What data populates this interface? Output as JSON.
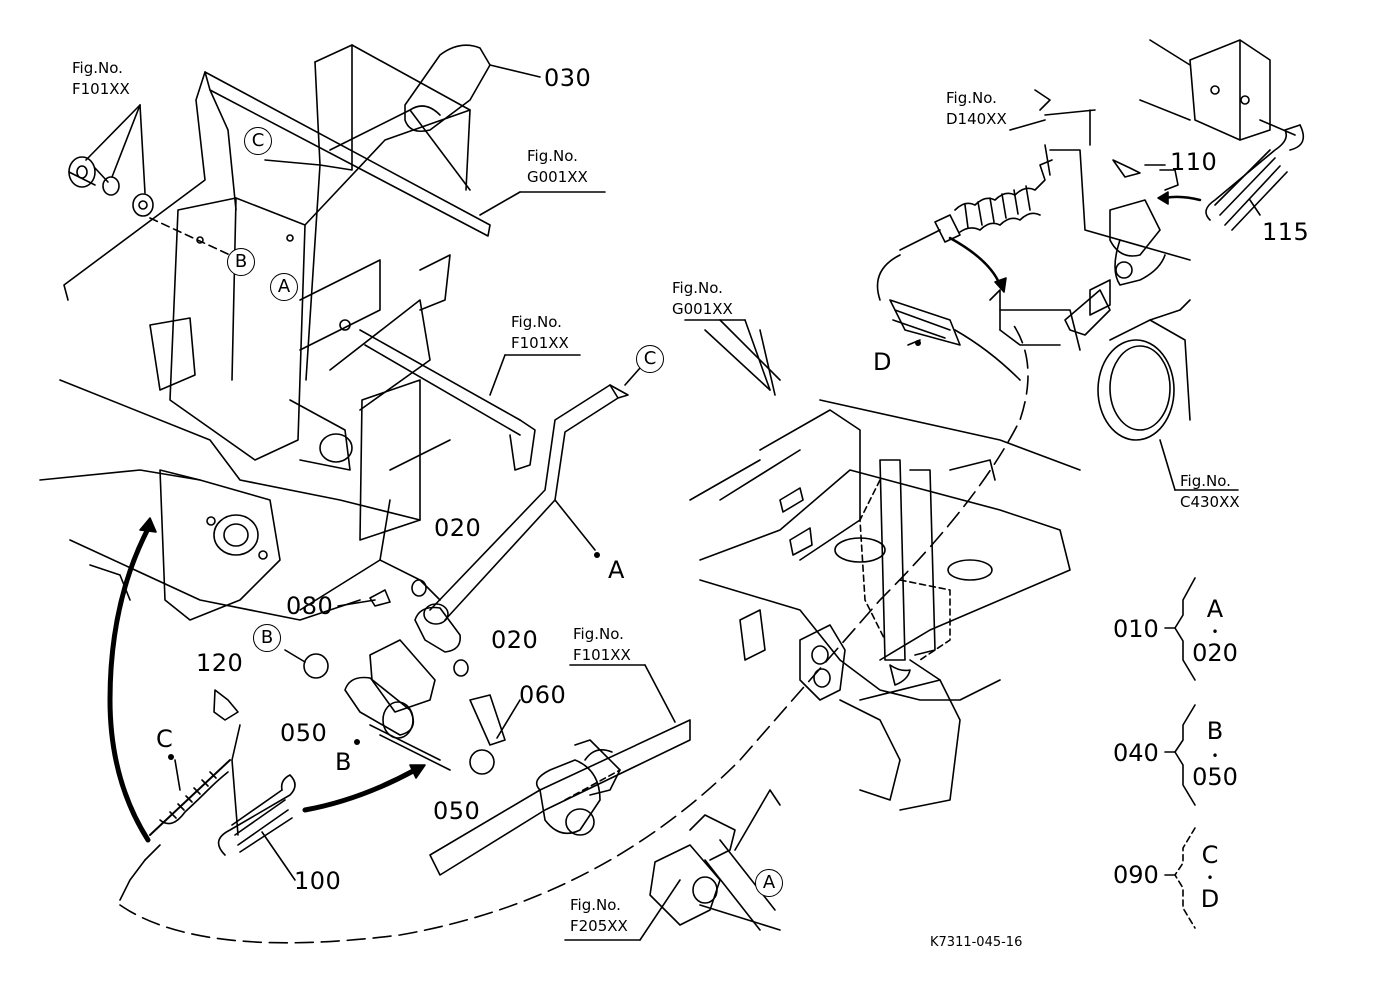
{
  "labels": {
    "p030": "030",
    "p020a": "020",
    "p020b": "020",
    "p080": "080",
    "p060": "060",
    "p050a": "050",
    "p050b": "050",
    "p120": "120",
    "p100": "100",
    "p110": "110",
    "p115": "115",
    "ptA": "A",
    "ptB": "B",
    "ptC": "C",
    "ptD": "D"
  },
  "fig_refs": {
    "f101_top": {
      "line1": "Fig.No.",
      "line2": "F101XX"
    },
    "g001_top": {
      "line1": "Fig.No.",
      "line2": "G001XX"
    },
    "f101_mid": {
      "line1": "Fig.No.",
      "line2": "F101XX"
    },
    "g001_mid": {
      "line1": "Fig.No.",
      "line2": "G001XX"
    },
    "d140": {
      "line1": "Fig.No.",
      "line2": "D140XX"
    },
    "c430": {
      "line1": "Fig.No.",
      "line2": "C430XX"
    },
    "f101_low": {
      "line1": "Fig.No.",
      "line2": "F101XX"
    },
    "f205": {
      "line1": "Fig.No.",
      "line2": "F205XX"
    }
  },
  "circled": {
    "c_top": "C",
    "b_top": "B",
    "a_top": "A",
    "c_rod": "C",
    "b_low": "B",
    "a_low": "A"
  },
  "brackets": [
    {
      "part": "010",
      "top": "A",
      "sep": "•",
      "bottom": "020"
    },
    {
      "part": "040",
      "top": "B",
      "sep": "•",
      "bottom": "050"
    },
    {
      "part": "090",
      "top": "C",
      "sep": "•",
      "bottom": "D"
    }
  ],
  "drawing_code": "K7311-045-16"
}
